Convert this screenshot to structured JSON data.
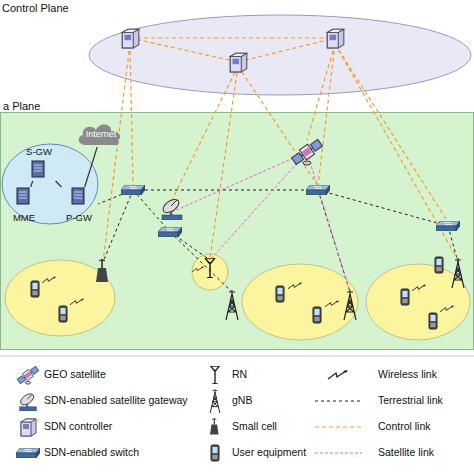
{
  "diagram": {
    "nodes": [
      {
        "text": [
          "Control Plane"
        ]
      },
      {
        "text": [
          "a Plane"
        ]
      },
      {
        "text": [
          "Internet"
        ],
        "in": 1
      },
      {
        "text": [
          "S-GW"
        ],
        "in": 1
      },
      {
        "text": [
          "MME"
        ],
        "in": 1
      },
      {
        "text": [
          "P-GW"
        ],
        "in": 1
      }
    ],
    "edges": [
      {
        "from": 3,
        "to": 4,
        "arrow": "none"
      },
      {
        "from": 3,
        "to": 5,
        "arrow": "none"
      },
      {
        "from": 5,
        "to": 2,
        "arrow": "none"
      }
    ],
    "legend": [
      {
        "text": "GEO satellite"
      },
      {
        "text": "RN"
      },
      {
        "text": "Wireless link"
      },
      {
        "text": "SDN-enabled satellite gateway"
      },
      {
        "text": "gNB"
      },
      {
        "text": "Terrestrial link"
      },
      {
        "text": "SDN controller"
      },
      {
        "text": "Small cell"
      },
      {
        "text": "Control link"
      },
      {
        "text": "SDN-enabled switch"
      },
      {
        "text": "User equipment"
      },
      {
        "text": "Satellite link"
      }
    ]
  }
}
